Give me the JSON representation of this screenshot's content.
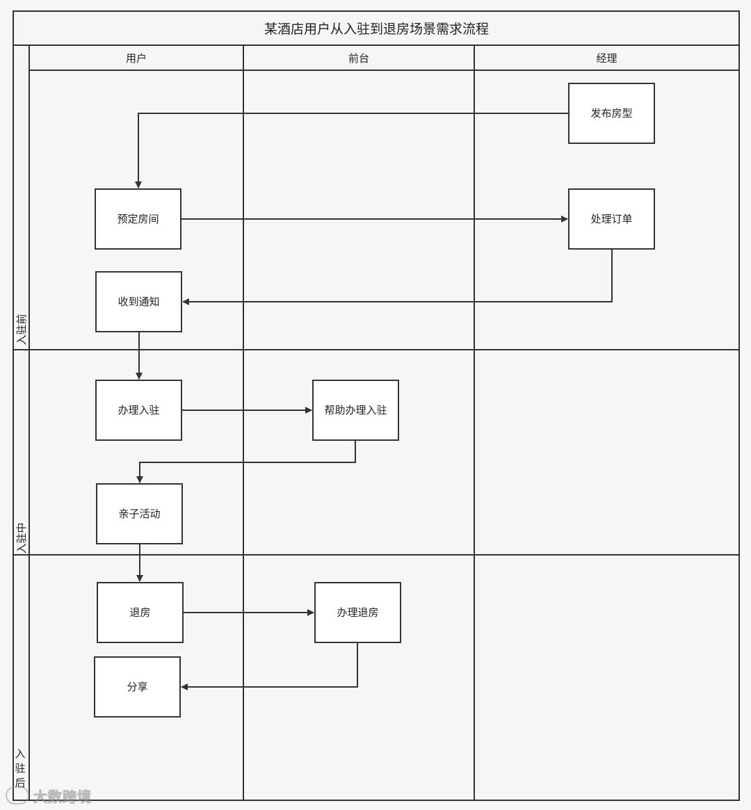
{
  "title": "某酒店用户从入驻到退房场景需求流程",
  "lanes": {
    "user": "用户",
    "front_desk": "前台",
    "manager": "经理"
  },
  "phases": {
    "before": "入驻前",
    "during": "入驻中",
    "after": "入驻后"
  },
  "nodes": {
    "publish_room_type": "发布房型",
    "book_room": "预定房间",
    "process_order": "处理订单",
    "receive_notice": "收到通知",
    "check_in": "办理入驻",
    "help_check_in": "帮助办理入驻",
    "family_activity": "亲子活动",
    "check_out": "退房",
    "process_check_out": "办理退房",
    "share": "分享"
  },
  "edges": [
    {
      "from": "发布房型",
      "to": "预定房间"
    },
    {
      "from": "预定房间",
      "to": "处理订单"
    },
    {
      "from": "处理订单",
      "to": "收到通知"
    },
    {
      "from": "收到通知",
      "to": "办理入驻"
    },
    {
      "from": "办理入驻",
      "to": "帮助办理入驻"
    },
    {
      "from": "帮助办理入驻",
      "to": "亲子活动"
    },
    {
      "from": "亲子活动",
      "to": "退房"
    },
    {
      "from": "退房",
      "to": "办理退房"
    },
    {
      "from": "办理退房",
      "to": "分享"
    }
  ],
  "watermark": {
    "text": "大数跨境",
    "icon": "brand-logo-icon"
  },
  "colors": {
    "line": "#333333",
    "background": "#f6f6f6",
    "node_fill": "#ffffff"
  }
}
